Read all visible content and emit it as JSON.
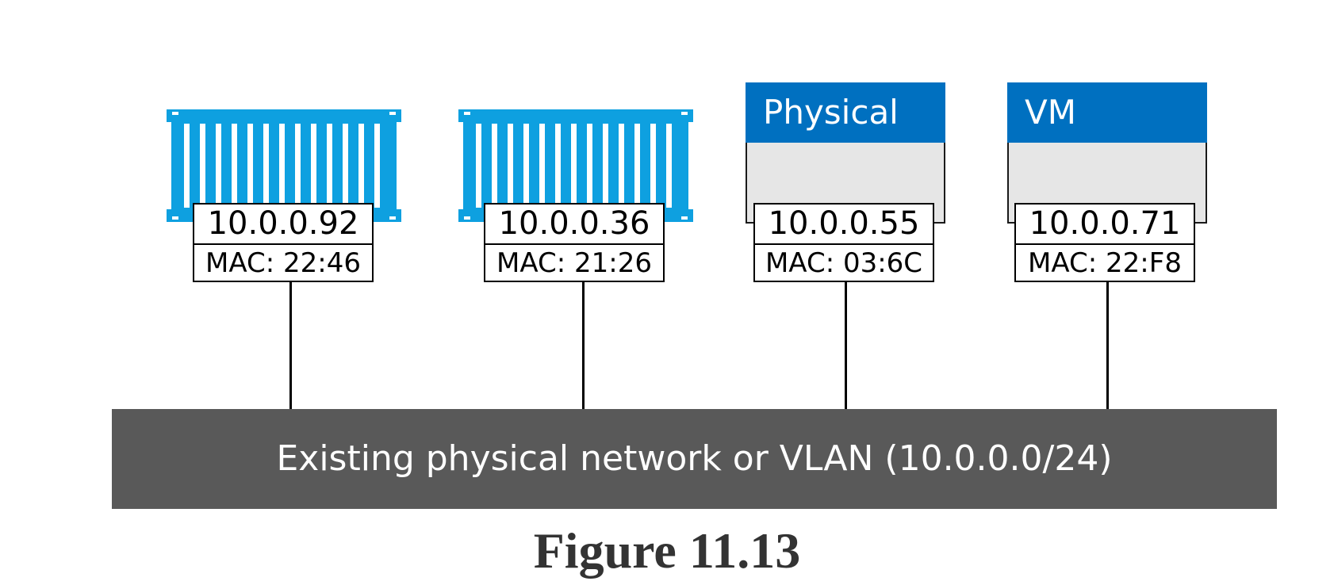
{
  "nodes": [
    {
      "kind": "container",
      "ip": "10.0.0.92",
      "mac": "MAC: 22:46"
    },
    {
      "kind": "container",
      "ip": "10.0.0.36",
      "mac": "MAC: 21:26"
    },
    {
      "kind": "host",
      "title": "Physical",
      "ip": "10.0.0.55",
      "mac": "MAC: 03:6C"
    },
    {
      "kind": "host",
      "title": "VM",
      "ip": "10.0.0.71",
      "mac": "MAC: 22:F8"
    }
  ],
  "network": {
    "label": "Existing physical network or VLAN (10.0.0.0/24)"
  },
  "caption": "Figure 11.13",
  "colors": {
    "container": "#0ea0e0",
    "host_header": "#0070c0",
    "host_body": "#e6e6e6",
    "network": "#595959"
  },
  "icons": {
    "container": "shipping-container-icon"
  }
}
